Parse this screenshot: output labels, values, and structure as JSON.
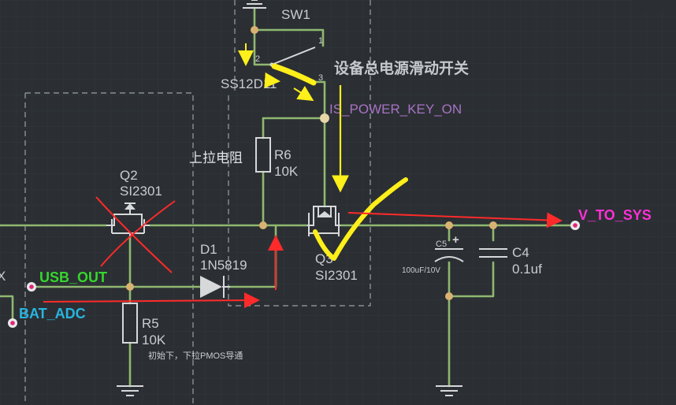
{
  "colors": {
    "background": "#2b2f33",
    "wire": "#8fb870",
    "component": "#d6d8da",
    "net_usb": "#36d62e",
    "net_bat": "#27b5e0",
    "net_sys": "#ff2fd6",
    "net_key": "#a873c4",
    "annotation_yellow": "#ffef1a",
    "annotation_red": "#ff2a2a"
  },
  "switch": {
    "designator": "SW1",
    "part": "SS12D11",
    "pins": [
      "1",
      "2",
      "3"
    ],
    "note": "设备总电源滑动开关"
  },
  "nets": {
    "power_key": "IS_POWER_KEY_ON",
    "usb": "USB_OUT",
    "bat": "BAT_ADC",
    "sys": "V_TO_SYS",
    "cut_left": "X"
  },
  "r6": {
    "designator": "R6",
    "value": "10K",
    "note": "上拉电阻"
  },
  "q2": {
    "designator": "Q2",
    "part": "SI2301"
  },
  "q3": {
    "designator": "Q3",
    "part": "SI2301"
  },
  "d1": {
    "designator": "D1",
    "part": "1N5819"
  },
  "r5": {
    "designator": "R5",
    "value": "10K",
    "note": "初始下，下拉PMOS导通"
  },
  "c5": {
    "designator": "C5",
    "value": "100uF/10V",
    "polarity": "+"
  },
  "c4": {
    "designator": "C4",
    "value": "0.1uf"
  }
}
